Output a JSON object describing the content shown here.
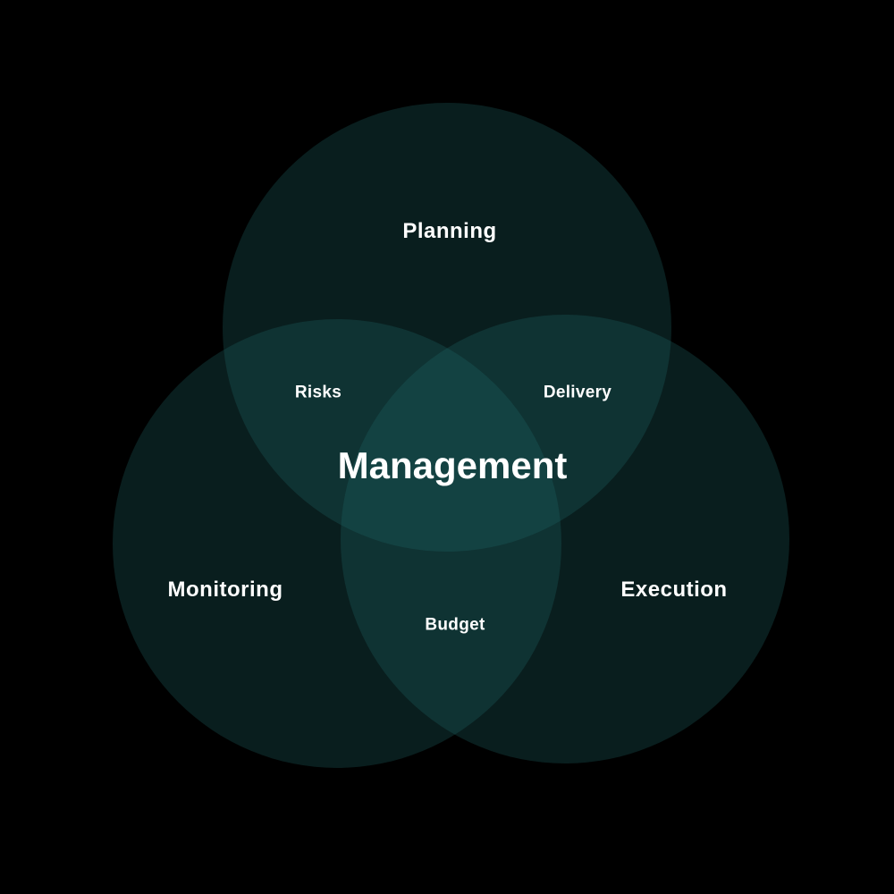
{
  "colors": {
    "background": "#000000",
    "circle_fill": "#1f6c6a",
    "text": "#ffffff"
  },
  "sets": {
    "planning": "Planning",
    "monitoring": "Monitoring",
    "execution": "Execution"
  },
  "overlaps": {
    "planning_monitoring": "Risks",
    "planning_execution": "Delivery",
    "monitoring_execution": "Budget"
  },
  "center": "Management"
}
